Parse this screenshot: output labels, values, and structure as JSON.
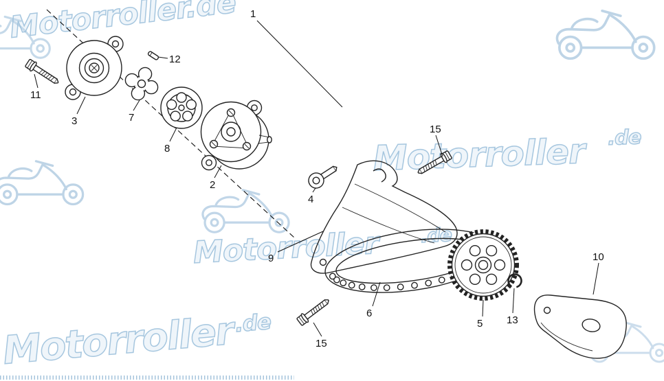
{
  "colors": {
    "watermark_blue": "#b7d0e4",
    "line_black": "#232323"
  },
  "watermarks": {
    "full": "Motorroller.de",
    "brand": "Motorroller",
    "tld": ".de"
  },
  "parts": [
    {
      "label": "1"
    },
    {
      "label": "11"
    },
    {
      "label": "12"
    },
    {
      "label": "3"
    },
    {
      "label": "7"
    },
    {
      "label": "8"
    },
    {
      "label": "2"
    },
    {
      "label": "4"
    },
    {
      "label": "15"
    },
    {
      "label": "9"
    },
    {
      "label": "6"
    },
    {
      "label": "5"
    },
    {
      "label": "13"
    },
    {
      "label": "10"
    },
    {
      "label": "15"
    }
  ]
}
